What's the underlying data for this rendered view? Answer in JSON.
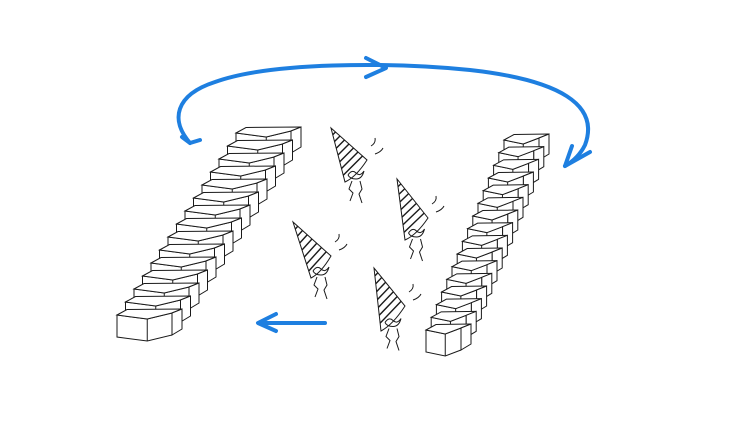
{
  "colors": {
    "background": "#ffffff",
    "ink": "#1a1a1a",
    "arrow": "#1e7fe0"
  },
  "figures": {
    "left_stairs": {
      "steps": 15
    },
    "right_stairs": {
      "steps": 16
    },
    "creatures": {
      "count": 4
    }
  },
  "arrows": {
    "cycle_arc": "clockwise",
    "bottom_arrow": "left"
  }
}
